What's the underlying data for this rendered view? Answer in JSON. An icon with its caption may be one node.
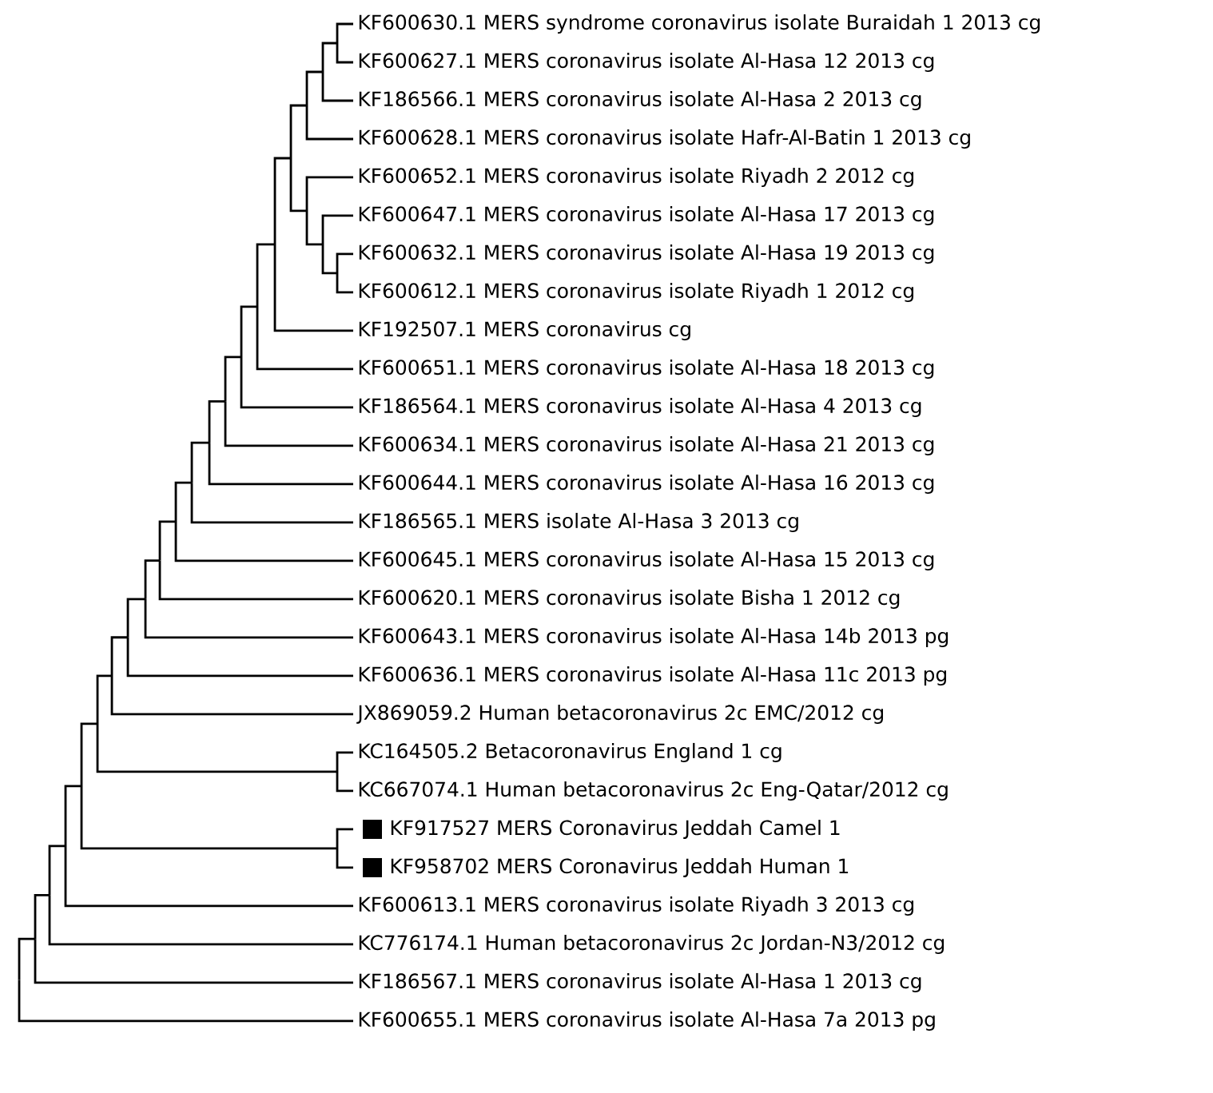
{
  "diagram": {
    "labels": [
      "KF600630.1 MERS syndrome coronavirus isolate Buraidah 1 2013 cg",
      "KF600627.1 MERS coronavirus isolate Al-Hasa 12 2013 cg",
      "KF186566.1 MERS coronavirus isolate Al-Hasa 2 2013 cg",
      "KF600628.1 MERS coronavirus isolate Hafr-Al-Batin 1 2013 cg",
      "KF600652.1 MERS coronavirus isolate Riyadh 2 2012 cg",
      "KF600647.1 MERS coronavirus isolate Al-Hasa 17 2013 cg",
      "KF600632.1 MERS coronavirus isolate Al-Hasa 19 2013 cg",
      "KF600612.1 MERS coronavirus isolate Riyadh 1 2012 cg",
      "KF192507.1 MERS coronavirus cg",
      "KF600651.1 MERS coronavirus isolate Al-Hasa 18 2013 cg",
      "KF186564.1 MERS coronavirus isolate Al-Hasa 4 2013 cg",
      "KF600634.1 MERS coronavirus isolate Al-Hasa 21 2013 cg",
      "KF600644.1 MERS coronavirus isolate Al-Hasa 16 2013 cg",
      "KF186565.1 MERS isolate Al-Hasa 3 2013 cg",
      "KF600645.1 MERS coronavirus isolate Al-Hasa 15 2013 cg",
      "KF600620.1 MERS coronavirus isolate Bisha 1 2012 cg",
      "KF600643.1 MERS coronavirus isolate Al-Hasa 14b 2013 pg",
      "KF600636.1 MERS coronavirus isolate Al-Hasa 11c 2013 pg",
      "JX869059.2 Human betacoronavirus 2c EMC/2012 cg",
      "KC164505.2 Betacoronavirus England 1 cg",
      "KC667074.1 Human betacoronavirus 2c Eng-Qatar/2012 cg",
      "KF917527 MERS Coronavirus Jeddah Camel 1",
      "KF958702 MERS Coronavirus Jeddah Human 1",
      "KF600613.1 MERS coronavirus isolate Riyadh 3 2013 cg",
      "KC776174.1 Human betacoronavirus 2c Jordan-N3/2012 cg",
      "KF186567.1 MERS coronavirus isolate Al-Hasa 1 2013 cg",
      "KF600655.1 MERS coronavirus isolate Al-Hasa 7a 2013 pg"
    ]
  }
}
